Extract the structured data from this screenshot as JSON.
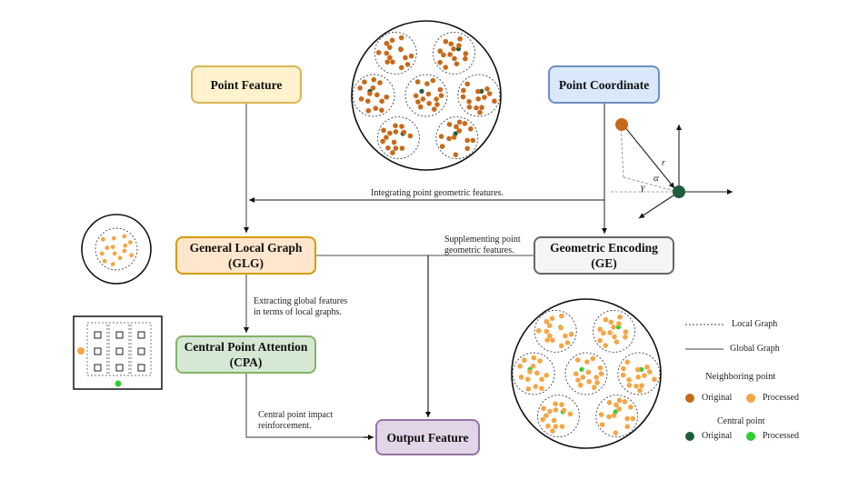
{
  "nodes": {
    "point_feature": {
      "label": "Point Feature",
      "fill": "#fff2cc",
      "stroke": "#d6b656"
    },
    "point_coordinate": {
      "label": "Point Coordinate",
      "fill": "#dae8fc",
      "stroke": "#6c8ebf"
    },
    "glg": {
      "line1": "General Local Graph",
      "line2": "(GLG)",
      "fill": "#ffe6cc",
      "stroke": "#d79b00"
    },
    "ge": {
      "line1": "Geometric Encoding",
      "line2": "(GE)",
      "fill": "#f5f5f5",
      "stroke": "#666666"
    },
    "cpa": {
      "line1": "Central Point Attention",
      "line2": "(CPA)",
      "fill": "#d5e8d4",
      "stroke": "#82b366"
    },
    "output": {
      "label": "Output Feature",
      "fill": "#e1d5e7",
      "stroke": "#9673a6"
    }
  },
  "edge_labels": {
    "integrating": "Integrating point geometric features.",
    "supplementing_1": "Supplementing point",
    "supplementing_2": "geometric features.",
    "extracting_1": "Extracting global features",
    "extracting_2": "in terms of local graphs.",
    "central_1": "Central point impact",
    "central_2": "reinforcement."
  },
  "vector_diagram": {
    "vector_label": "r⃗",
    "angle_alpha": "α",
    "angle_gamma": "γ"
  },
  "legend": {
    "local_graph": "Local Graph",
    "global_graph": "Global Graph",
    "neighboring_title": "Neighboring point",
    "central_title": "Central point",
    "original": "Original",
    "processed": "Processed"
  },
  "colors": {
    "neighbor_original": "#c8691a",
    "neighbor_processed": "#f5a545",
    "central_original": "#1e5e3c",
    "central_processed": "#33cc33"
  }
}
